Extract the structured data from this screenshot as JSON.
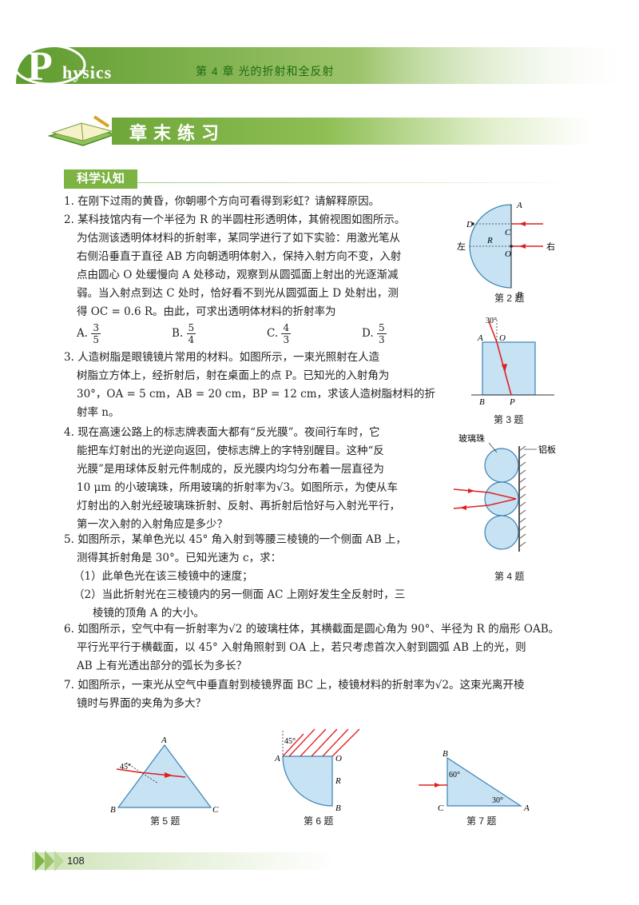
{
  "header": {
    "brand_letter": "P",
    "brand_rest": "hysics",
    "chapter": "第 4 章   光的折射和全反射"
  },
  "title": "章末练习",
  "section": "科学认知",
  "q1": "1. 在刚下过雨的黄昏，你朝哪个方向可看得到彩虹？请解释原因。",
  "q2": {
    "lines": [
      "2. 某科技馆内有一个半径为 R 的半圆柱形透明体，其俯视图如图所示。",
      "为估测该透明体材料的折射率，某同学进行了如下实验：用激光笔从",
      "右侧沿垂直于直径 AB 方向朝透明体射入，保持入射方向不变，入射",
      "点由圆心 O 处缓慢向 A 处移动，观察到从圆弧面上射出的光逐渐减",
      "弱。当入射点到达 C 处时，恰好看不到光从圆弧面上 D 处射出，测",
      "得 OC = 0.6 R。由此，可求出透明体材料的折射率为"
    ],
    "options": [
      {
        "label": "A.",
        "num": "3",
        "den": "5"
      },
      {
        "label": "B.",
        "num": "5",
        "den": "4"
      },
      {
        "label": "C.",
        "num": "4",
        "den": "3"
      },
      {
        "label": "D.",
        "num": "5",
        "den": "3"
      }
    ]
  },
  "q3": [
    "3. 人造树脂是眼镜镜片常用的材料。如图所示，一束光照射在人造",
    "树脂立方体上，经折射后，射在桌面上的点 P。已知光的入射角为",
    "30°，OA = 5 cm，AB = 20 cm，BP = 12 cm，求该人造树脂材料的折",
    "射率 n。"
  ],
  "q4": [
    "4. 现在高速公路上的标志牌表面大都有“反光膜”。夜间行车时，它",
    "能把车灯射出的光逆向返回，使标志牌上的字特别醒目。这种“反",
    "光膜”是用球体反射元件制成的，反光膜内均匀分布着一层直径为",
    "10 μm 的小玻璃珠，所用玻璃的折射率为√3。如图所示，为使从车",
    "灯射出的入射光经玻璃珠折射、反射、再折射后恰好与入射光平行，",
    "第一次入射的入射角应是多少？"
  ],
  "q5": [
    "5. 如图所示，某单色光以 45° 角入射到等腰三棱镜的一个侧面 AB 上，",
    "测得其折射角是 30°。已知光速为 c，求：",
    "（1）此单色光在该三棱镜中的速度；",
    "（2）当此折射光在三棱镜内的另一侧面 AC 上刚好发生全反射时，三",
    "棱镜的顶角 A 的大小。"
  ],
  "q6": [
    "6. 如图所示，空气中有一折射率为√2 的玻璃柱体，其横截面是圆心角为 90°、半径为 R 的扇形 OAB。",
    "平行光平行于横截面，以 45° 入射角照射到 OA 上，若只考虑首次入射到圆弧 AB 上的光，则",
    "AB 上有光透出部分的弧长为多长？"
  ],
  "q7": [
    "7. 如图所示，一束光从空气中垂直射到棱镜界面 BC 上，棱镜材料的折射率为√2。这束光离开棱",
    "镜时与界面的夹角为多大？"
  ],
  "figures": {
    "fig2": {
      "caption": "第 2 题",
      "labels": {
        "A": "A",
        "B": "B",
        "C": "C",
        "D": "D",
        "O": "O",
        "R": "R",
        "left": "左",
        "right": "右"
      }
    },
    "fig3": {
      "caption": "第 3 题",
      "labels": {
        "angle": "30°",
        "A": "A",
        "O": "O",
        "B": "B",
        "P": "P"
      }
    },
    "fig4": {
      "caption": "第 4 题",
      "labels": {
        "bead": "玻璃珠",
        "plate": "铝板"
      }
    },
    "fig5": {
      "caption": "第 5 题",
      "labels": {
        "A": "A",
        "B": "B",
        "C": "C",
        "angle": "45°"
      }
    },
    "fig6": {
      "caption": "第 6 题",
      "labels": {
        "angle": "45°",
        "A": "A",
        "O": "O",
        "R": "R",
        "B": "B"
      }
    },
    "fig7": {
      "caption": "第 7 题",
      "labels": {
        "B": "B",
        "C": "C",
        "A": "A",
        "angleB": "60°",
        "angleA": "30°"
      }
    }
  },
  "page_number": "108",
  "colors": {
    "green": "#7cb342",
    "glass": "#c6e2f3",
    "ray": "#e02020"
  }
}
